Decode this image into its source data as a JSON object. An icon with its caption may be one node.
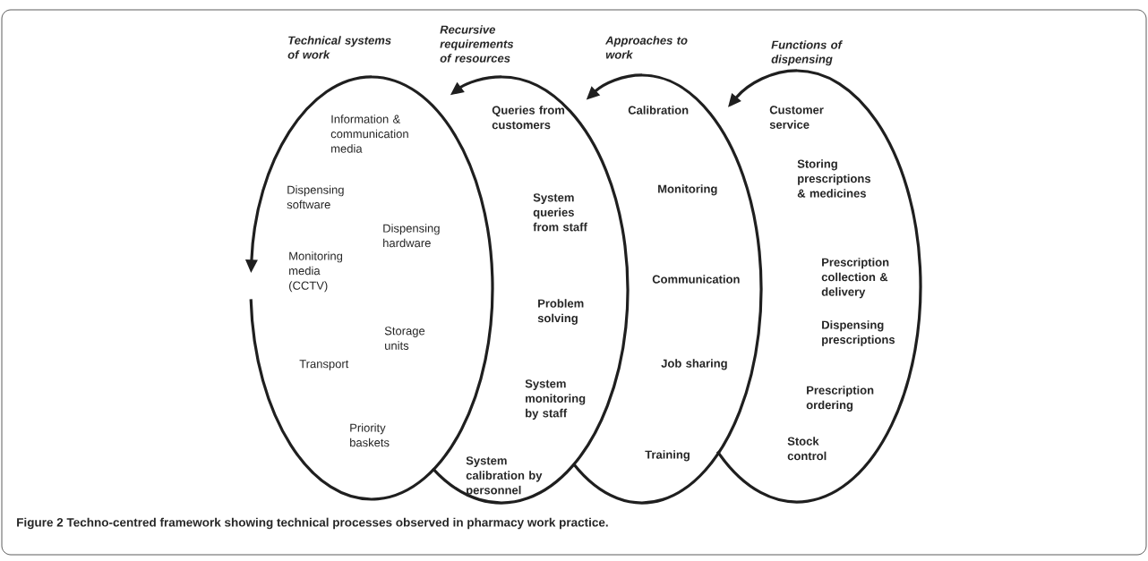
{
  "diagram": {
    "caption": "Figure 2 Techno-centred framework showing technical processes observed in pharmacy work practice.",
    "nodes": [
      {
        "text": [
          "Technical systems of work",
          "Information & communication media",
          "Dispensing software",
          "Dispensing hardware",
          "Monitoring media (CCTV)",
          "Storage units",
          "Transport",
          "Priority baskets"
        ]
      },
      {
        "text": [
          "Recursive requirements of resources",
          "Queries from customers",
          "System queries from staff",
          "Problem solving",
          "System monitoring by staff",
          "System calibration by personnel"
        ]
      },
      {
        "text": [
          "Approaches to work",
          "Calibration",
          "Monitoring",
          "Communication",
          "Job sharing",
          "Training"
        ]
      },
      {
        "text": [
          "Functions of dispensing",
          "Customer service",
          "Storing prescriptions & medicines",
          "Prescription collection & delivery",
          "Dispensing prescriptions",
          "Prescription ordering",
          "Stock control"
        ]
      }
    ],
    "edges": [
      {
        "from": 0,
        "to": null,
        "arrow": "to"
      },
      {
        "from": 1,
        "to": 0,
        "arrow": "to"
      },
      {
        "from": 2,
        "to": 1,
        "arrow": "to"
      },
      {
        "from": 3,
        "to": 2,
        "arrow": "to"
      }
    ]
  }
}
